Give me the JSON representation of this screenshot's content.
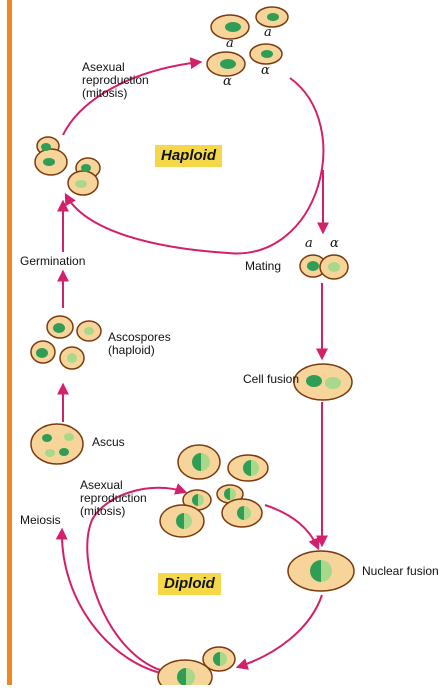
{
  "colors": {
    "side_bar": "#f0861e",
    "cell_fill": "#f6d49a",
    "cell_outline": "#7a3a10",
    "nucleus": "#2f9e54",
    "nucleus_light": "#a8d88a",
    "arrow": "#d4206a",
    "phase_label_bg": "#f5d84a"
  },
  "phases": {
    "haploid": "Haploid",
    "diploid": "Diploid"
  },
  "mating_types": {
    "a": "a",
    "alpha": "α"
  },
  "labels": {
    "asexual_haploid": "Asexual\nreproduction\n(mitosis)",
    "germination": "Germination",
    "ascospores": "Ascospores\n(haploid)",
    "ascus": "Ascus",
    "asexual_diploid": "Asexual\nreproduction\n(mitosis)",
    "meiosis": "Meiosis",
    "mating": "Mating",
    "cell_fusion": "Cell fusion",
    "nuclear_fusion": "Nuclear fusion"
  }
}
